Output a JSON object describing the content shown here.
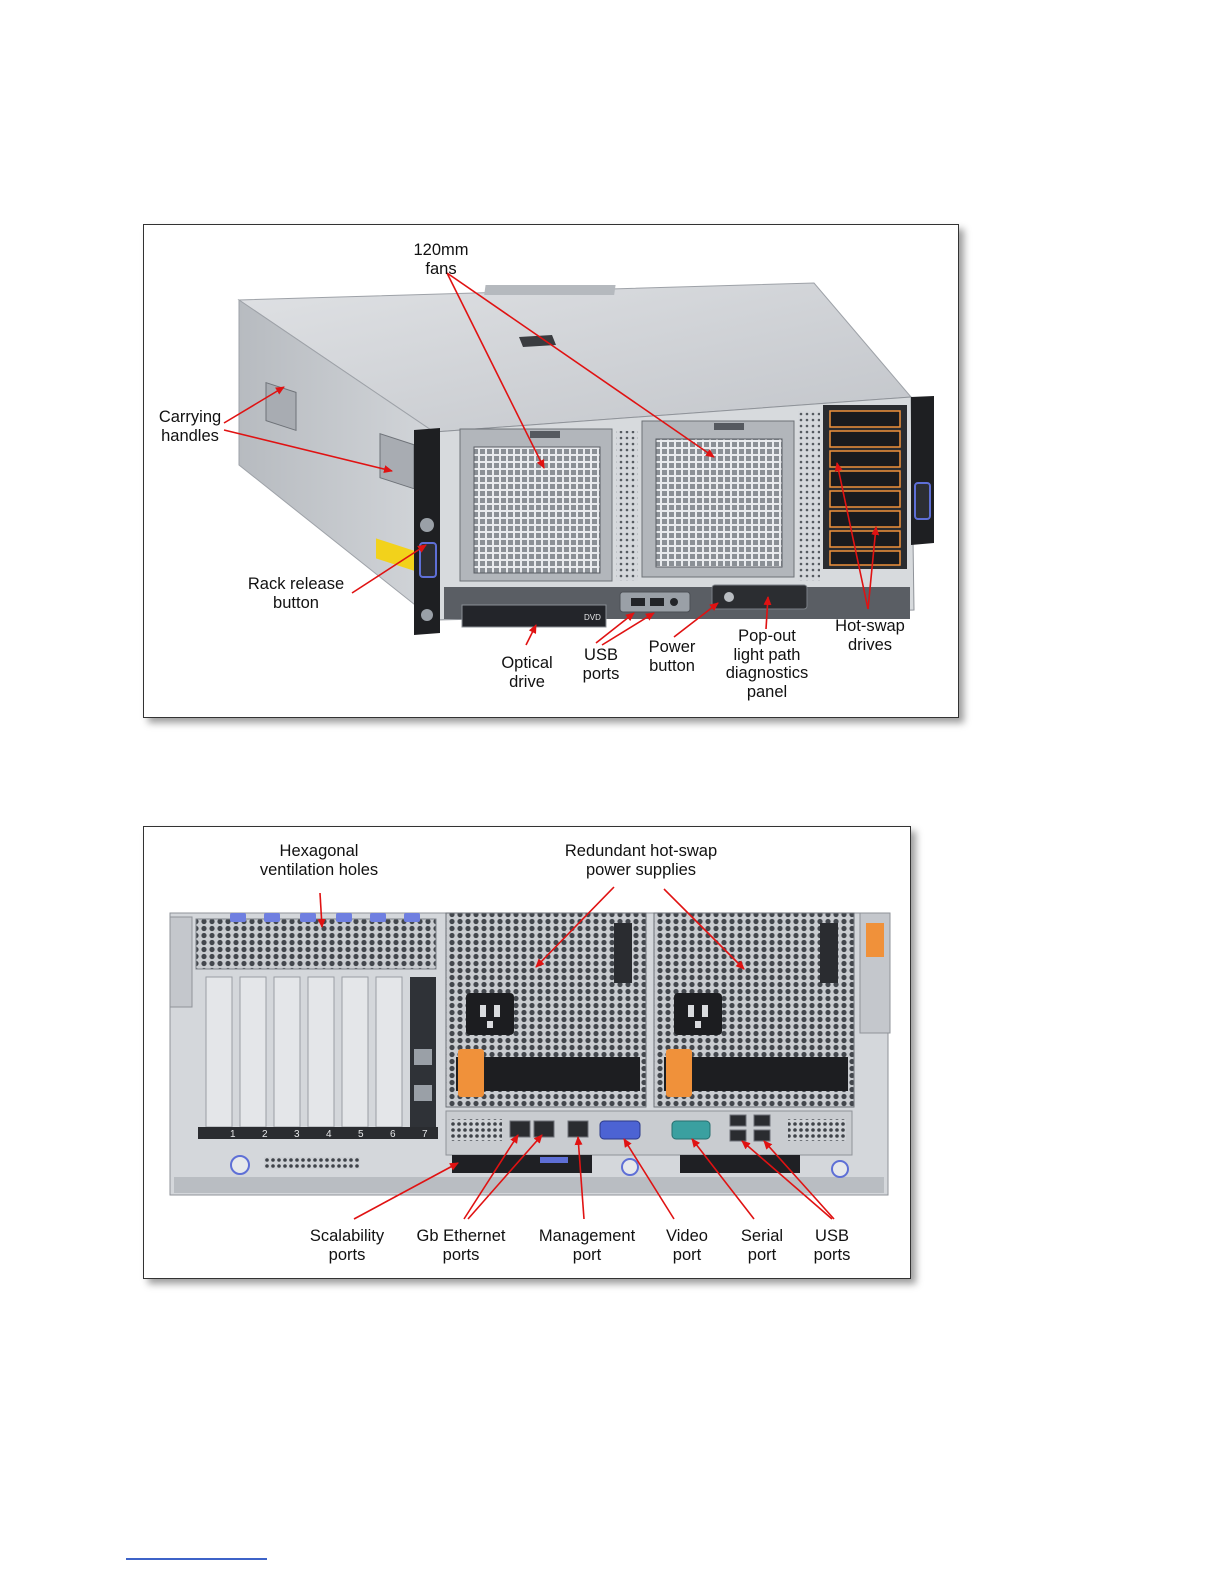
{
  "front_figure": {
    "callouts": {
      "fans": [
        "120mm",
        "fans"
      ],
      "handles": [
        "Carrying",
        "handles"
      ],
      "rack_release": [
        "Rack release",
        "button"
      ],
      "optical": [
        "Optical",
        "drive"
      ],
      "usb": [
        "USB",
        "ports"
      ],
      "power": [
        "Power",
        "button"
      ],
      "lightpath": [
        "Pop-out",
        "light path",
        "diagnostics",
        "panel"
      ],
      "hotswap": [
        "Hot-swap",
        "drives"
      ]
    },
    "bay_labels": {
      "dvd": "DVD"
    }
  },
  "rear_figure": {
    "callouts": {
      "hex": [
        "Hexagonal",
        "ventilation holes"
      ],
      "psu": [
        "Redundant hot-swap",
        "power supplies"
      ],
      "scalability": [
        "Scalability",
        "ports"
      ],
      "gbe": [
        "Gb Ethernet",
        "ports"
      ],
      "mgmt": [
        "Management",
        "port"
      ],
      "video": [
        "Video",
        "port"
      ],
      "serial": [
        "Serial",
        "port"
      ],
      "usb": [
        "USB",
        "ports"
      ]
    },
    "slot_numbers": [
      "1",
      "2",
      "3",
      "4",
      "5",
      "6",
      "7"
    ]
  },
  "colors": {
    "callout_arrow": "#e01212",
    "chassis_silver": "#c9ccd0",
    "bezel_black": "#1e1f22",
    "release_orange": "#f0913a",
    "latch_blue": "#5e6fd6",
    "footnote_rule": "#3d63c8"
  }
}
